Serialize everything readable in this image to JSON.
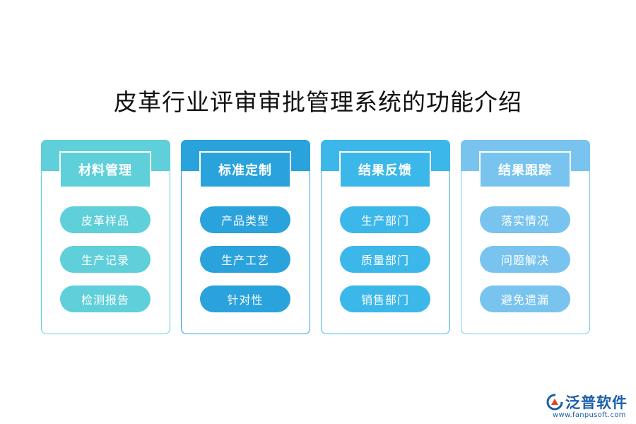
{
  "title": "皮革行业评审审批管理系统的功能介绍",
  "colors": {
    "col1": "#5fcfd9",
    "col2": "#2aa2dc",
    "col3": "#3cb7ea",
    "col4": "#79c4ef"
  },
  "columns": [
    {
      "heading": "材料管理",
      "items": [
        "皮革样品",
        "生产记录",
        "检测报告"
      ]
    },
    {
      "heading": "标准定制",
      "items": [
        "产品类型",
        "生产工艺",
        "针对性"
      ]
    },
    {
      "heading": "结果反馈",
      "items": [
        "生产部门",
        "质量部门",
        "销售部门"
      ]
    },
    {
      "heading": "结果跟踪",
      "items": [
        "落实情况",
        "问题解决",
        "避免遗漏"
      ]
    }
  ],
  "logo": {
    "brand": "泛普软件",
    "url": "www.fanpusoft.com",
    "icon": "fanpu-logo-icon"
  }
}
